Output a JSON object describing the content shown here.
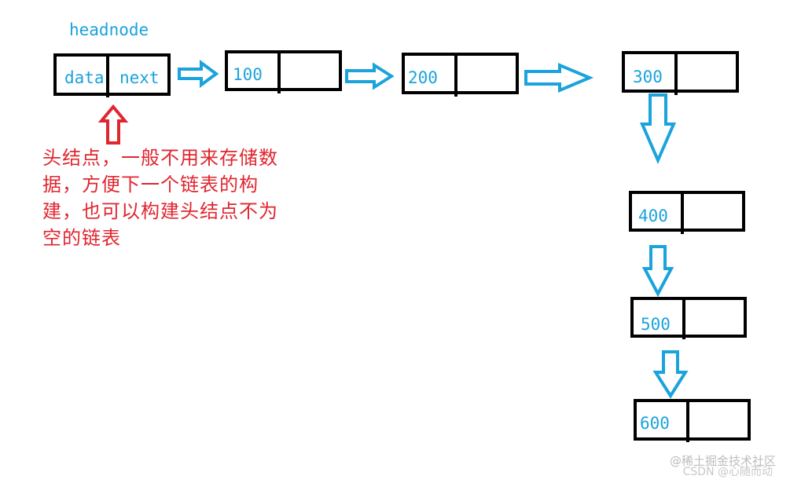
{
  "head_node": {
    "title": "headnode",
    "data_label": "data",
    "next_label": "next"
  },
  "nodes": [
    {
      "value": "100"
    },
    {
      "value": "200"
    },
    {
      "value": "300"
    },
    {
      "value": "400"
    },
    {
      "value": "500"
    },
    {
      "value": "600"
    }
  ],
  "annotation": {
    "lines": [
      "头结点，一般不用来存储数",
      "据，方便下一个链表的构",
      "建，也可以构建头结点不为",
      "空的链表"
    ]
  },
  "watermark": {
    "line1": "@稀土掘金技术社区",
    "line2": "CSDN @心随而动"
  },
  "colors": {
    "box_stroke": "#000000",
    "arrow_blue": "#1aa3dc",
    "arrow_red": "#e0262f",
    "text_blue": "#1aa3dc",
    "text_red": "#e0262f"
  }
}
